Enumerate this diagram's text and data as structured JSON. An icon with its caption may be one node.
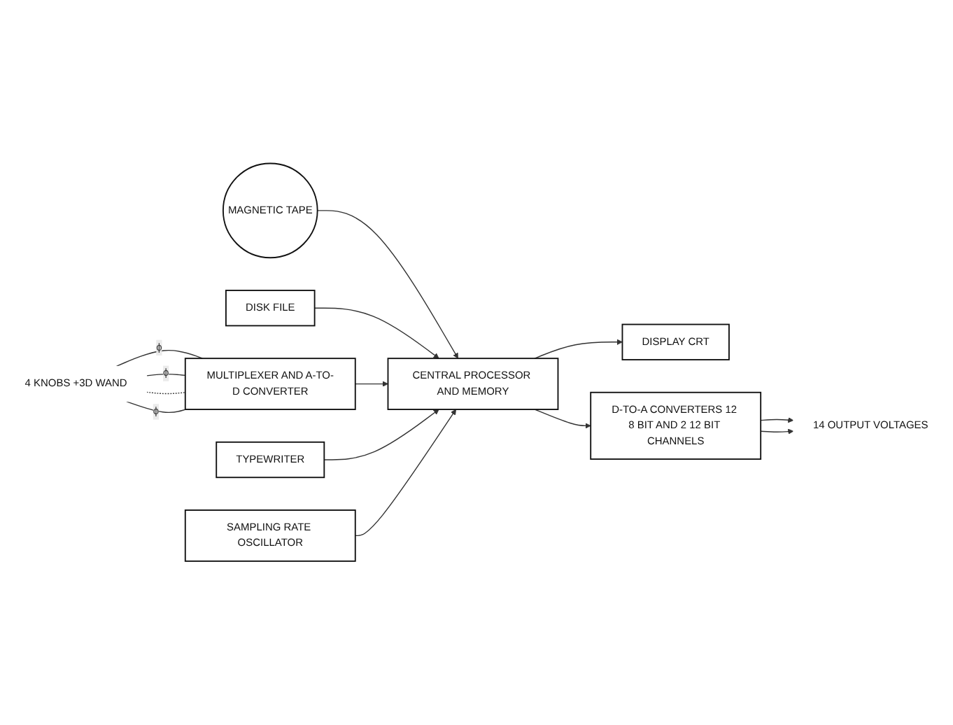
{
  "diagram": {
    "nodes": [
      {
        "text": [
          "MAGNETIC TAPE"
        ]
      },
      {
        "text": [
          "DISPLAY CRT"
        ]
      },
      {
        "text": [
          "DISK FILE"
        ]
      },
      {
        "text": [
          "CENTRAL PROCESSOR AND MEMORY"
        ]
      },
      {
        "text": [
          "D-TO-A CONVERTERS 12 8 BIT AND 2 12 BIT CHANNELS"
        ]
      },
      {
        "text": [
          "4 KNOBS +3D WAND"
        ]
      },
      {
        "text": [
          "MULTIPLEXER AND A-TO-D CONVERTER"
        ]
      },
      {
        "text": [
          "TYPEWRITER"
        ]
      },
      {
        "text": [
          "SAMPLING RATE OSCILLATOR"
        ]
      },
      {
        "text": [
          "14 OUTPUT VOLTAGES"
        ]
      }
    ],
    "edges": [
      {
        "from": 0,
        "to": 3,
        "arrow": "to"
      },
      {
        "from": 2,
        "to": 3,
        "arrow": "to"
      },
      {
        "from": 6,
        "to": 3,
        "arrow": "to"
      },
      {
        "from": 7,
        "to": 3,
        "arrow": "to"
      },
      {
        "from": 8,
        "to": 3,
        "arrow": "to"
      },
      {
        "from": 3,
        "to": 1,
        "arrow": "to"
      },
      {
        "from": 3,
        "to": 4,
        "arrow": "to"
      },
      {
        "from": 4,
        "to": 9,
        "arrow": "to"
      },
      {
        "from": 4,
        "to": 9,
        "arrow": "to"
      },
      {
        "from": 5,
        "to": 6,
        "label": "ϕ",
        "arrow": "none"
      },
      {
        "from": 5,
        "to": 6,
        "label": "ϕ",
        "arrow": "none"
      },
      {
        "from": 5,
        "to": 6,
        "arrow": "none",
        "style": "dashed"
      },
      {
        "from": 5,
        "to": 6,
        "label": "ϕ",
        "arrow": "none"
      }
    ]
  }
}
